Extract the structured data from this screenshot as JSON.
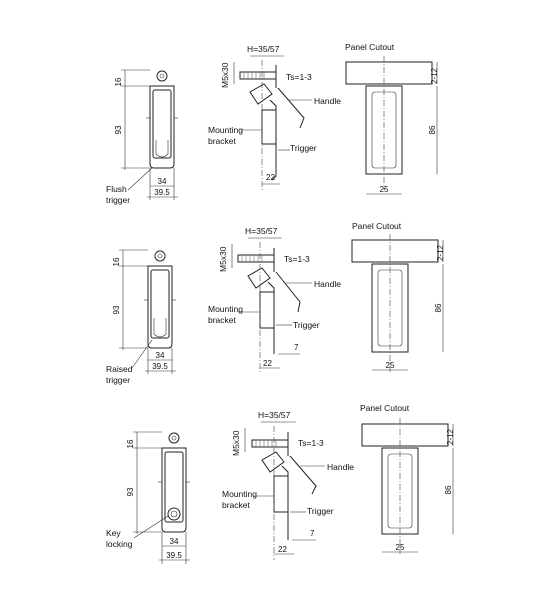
{
  "rows": [
    {
      "trigger_label": [
        "Flush",
        "trigger"
      ],
      "dims": {
        "top": "16",
        "height": "93",
        "w_inner": "34",
        "w_outer": "39.5"
      },
      "side": {
        "h": "H=35/57",
        "m": "M5x30",
        "ts": "Ts=1-3",
        "handle": "Handle",
        "bracket": [
          "Mounting",
          "bracket"
        ],
        "trigger": "Trigger",
        "d22": "22",
        "d7": ""
      },
      "cutout": {
        "title": "Panel Cutout",
        "thickness": "2-12",
        "height": "86",
        "width": "25"
      }
    },
    {
      "trigger_label": [
        "Raised",
        "trigger"
      ],
      "dims": {
        "top": "16",
        "height": "93",
        "w_inner": "34",
        "w_outer": "39.5"
      },
      "side": {
        "h": "H=35/57",
        "m": "M5x30",
        "ts": "Ts=1-3",
        "handle": "Handle",
        "bracket": [
          "Mounting",
          "bracket"
        ],
        "trigger": "Trigger",
        "d22": "22",
        "d7": "7"
      },
      "cutout": {
        "title": "Panel Cutout",
        "thickness": "2-12",
        "height": "86",
        "width": "25"
      }
    },
    {
      "trigger_label": [
        "Key",
        "locking"
      ],
      "dims": {
        "top": "16",
        "height": "93",
        "w_inner": "34",
        "w_outer": "39.5"
      },
      "side": {
        "h": "H=35/57",
        "m": "M5x30",
        "ts": "Ts=1-3",
        "handle": "Handle",
        "bracket": [
          "Mounting",
          "bracket"
        ],
        "trigger": "Trigger",
        "d22": "22",
        "d7": "7"
      },
      "cutout": {
        "title": "Panel Cutout",
        "thickness": "2-12",
        "height": "86",
        "width": "25"
      }
    }
  ]
}
